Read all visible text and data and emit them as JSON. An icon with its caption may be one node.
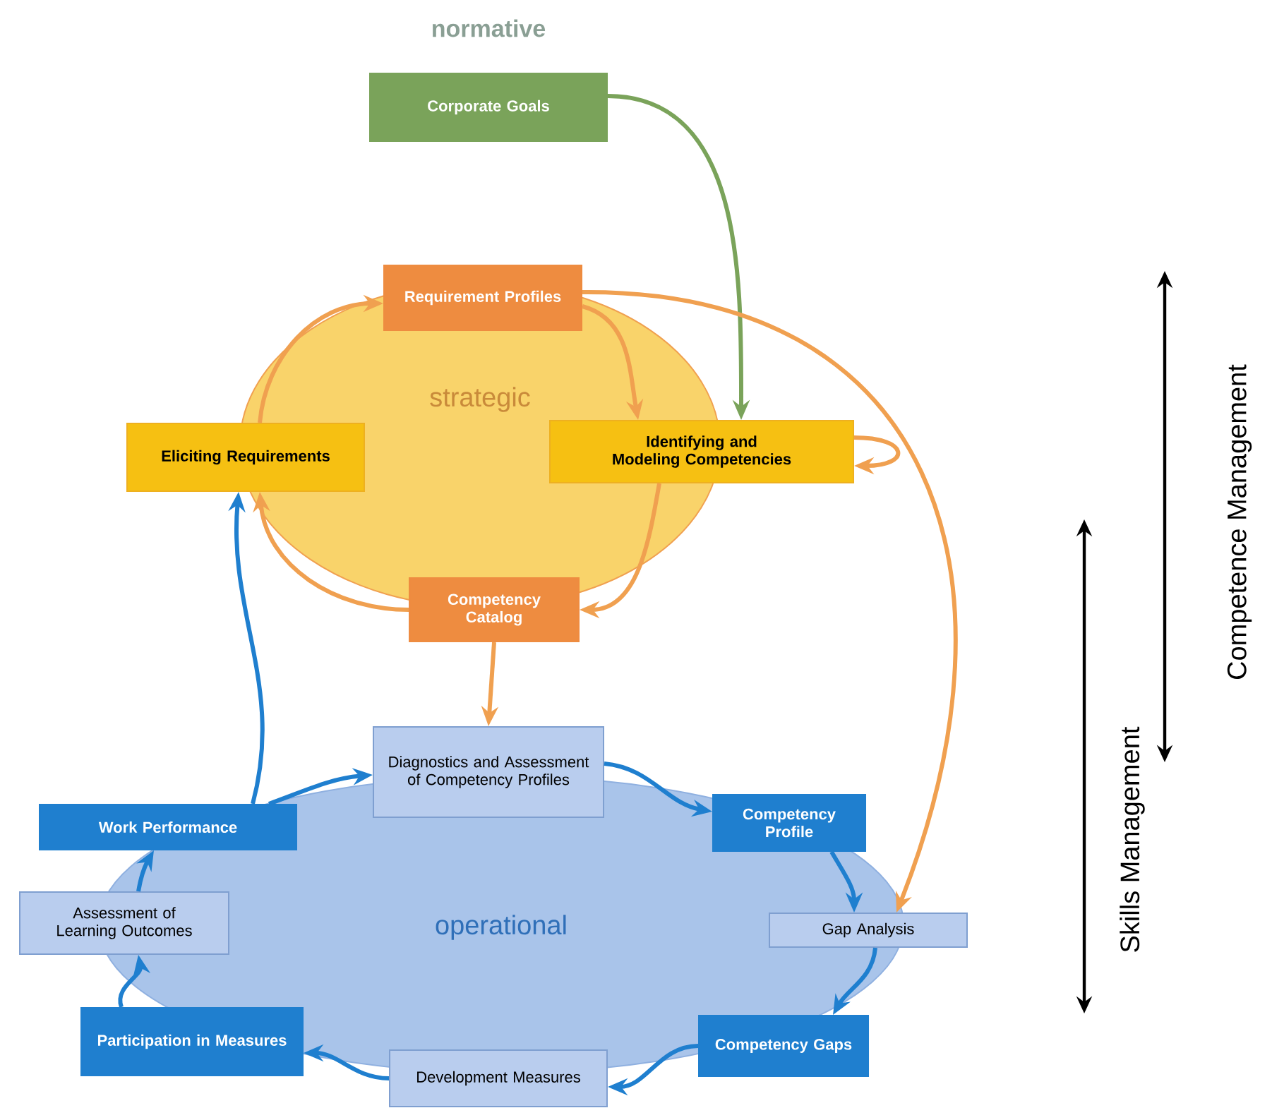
{
  "diagram": {
    "nodes": [
      {
        "text": [
          "Corporate Goals"
        ]
      },
      {
        "text": [
          "Requirement Profiles"
        ]
      },
      {
        "text": [
          "Eliciting Requirements"
        ]
      },
      {
        "text": [
          "Identifying and Modeling Competencies"
        ]
      },
      {
        "text": [
          "Competency Catalog"
        ]
      },
      {
        "text": [
          "Diagnostics and Assessment of Competency Profiles"
        ]
      },
      {
        "text": [
          "Work Performance"
        ]
      },
      {
        "text": [
          "Competency Profile"
        ]
      },
      {
        "text": [
          "Assessment of Learning Outcomes"
        ]
      },
      {
        "text": [
          "Gap Analysis"
        ]
      },
      {
        "text": [
          "Participation in Measures"
        ]
      },
      {
        "text": [
          "Development Measures"
        ]
      },
      {
        "text": [
          "Competency Gaps"
        ]
      }
    ],
    "edges": [
      {
        "from": 0,
        "to": 3,
        "arrow": "to",
        "color": "#7aa35a"
      },
      {
        "from": 2,
        "to": 1,
        "arrow": "to",
        "color": "#f0a050"
      },
      {
        "from": 1,
        "to": 3,
        "arrow": "to",
        "color": "#f0a050"
      },
      {
        "from": 3,
        "to": 3,
        "arrow": "to",
        "color": "#f0a050"
      },
      {
        "from": 3,
        "to": 4,
        "arrow": "to",
        "color": "#f0a050"
      },
      {
        "from": 4,
        "to": 2,
        "arrow": "to",
        "color": "#f0a050"
      },
      {
        "from": 4,
        "to": 5,
        "arrow": "to",
        "color": "#f0a050"
      },
      {
        "from": 1,
        "to": 9,
        "arrow": "to",
        "color": "#f0a050"
      },
      {
        "from": 5,
        "to": 7,
        "arrow": "to"
      },
      {
        "from": 7,
        "to": 9,
        "arrow": "to"
      },
      {
        "from": 9,
        "to": 12,
        "arrow": "to"
      },
      {
        "from": 12,
        "to": 11,
        "arrow": "to"
      },
      {
        "from": 11,
        "to": 10,
        "arrow": "to"
      },
      {
        "from": 10,
        "to": 8,
        "arrow": "to"
      },
      {
        "from": 8,
        "to": 6,
        "arrow": "to"
      },
      {
        "from": 6,
        "to": 5,
        "arrow": "to"
      },
      {
        "from": 6,
        "to": 2,
        "arrow": "to"
      }
    ],
    "labels": [
      "normative",
      "strategic",
      "operational",
      "Competence Management",
      "Skills Management"
    ]
  }
}
